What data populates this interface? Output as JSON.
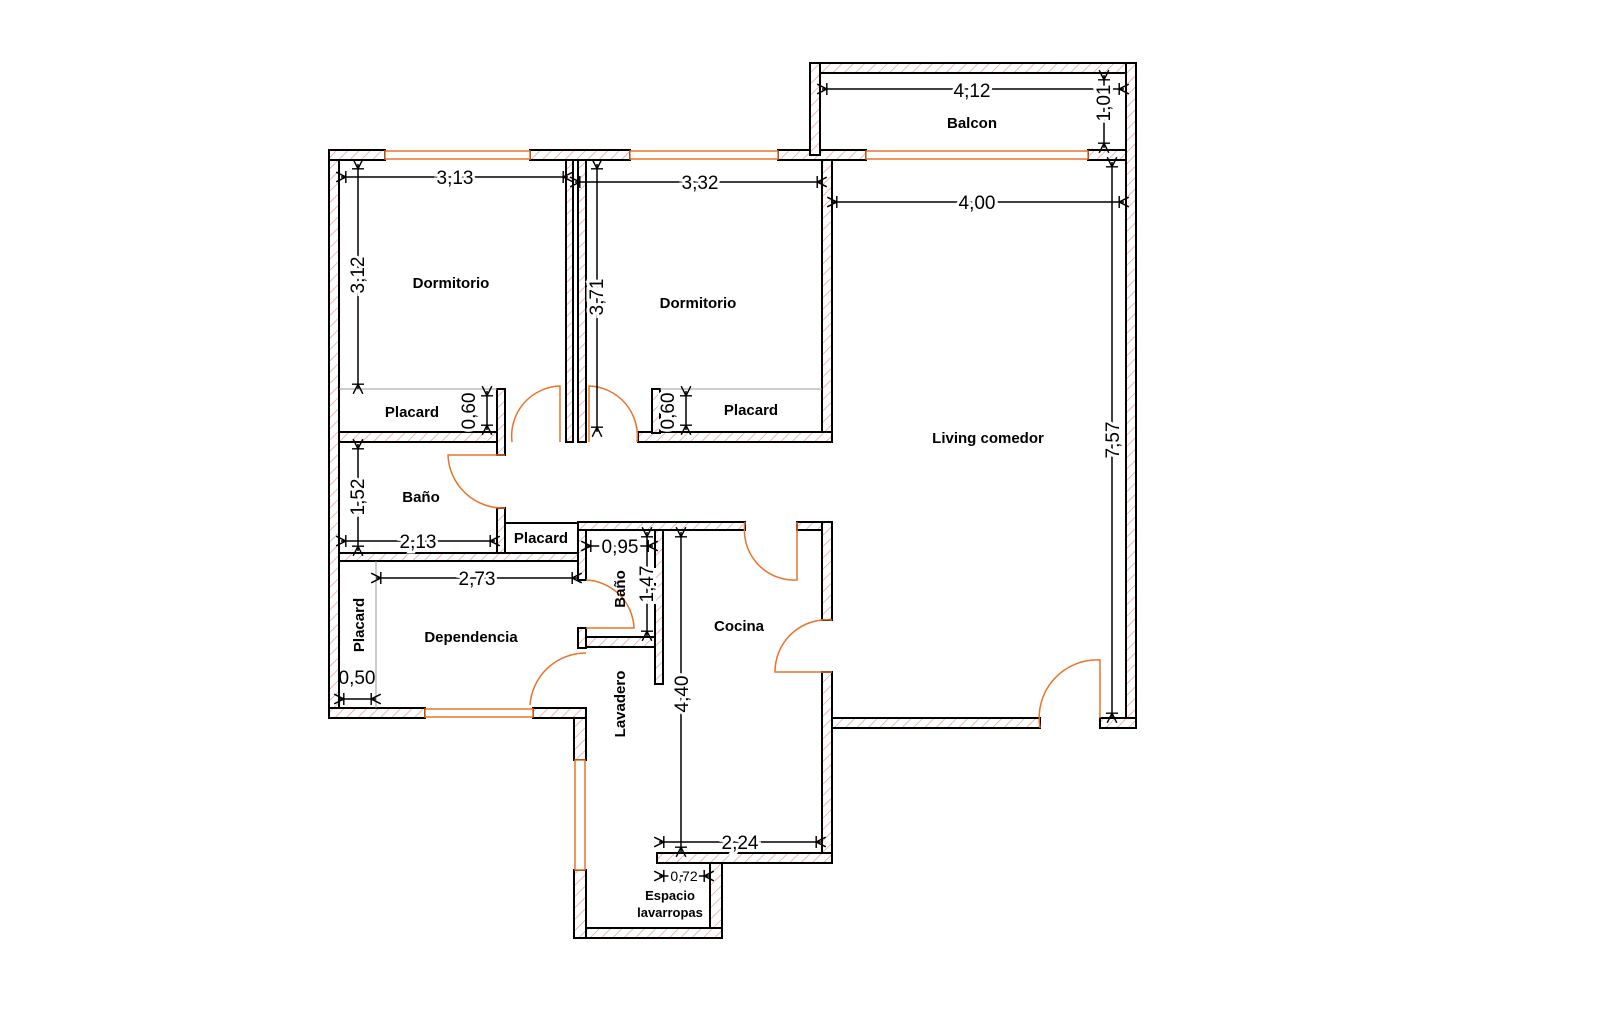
{
  "rooms": {
    "dormitorio1": "Dormitorio",
    "dormitorio2": "Dormitorio",
    "placard1": "Placard",
    "placard2": "Placard",
    "placard3": "Placard",
    "placard4": "Placard",
    "bano1": "Baño",
    "bano2": "Baño",
    "dependencia": "Dependencia",
    "lavadero": "Lavadero",
    "cocina": "Cocina",
    "living": "Living comedor",
    "balcon": "Balcon",
    "espacio_line1": "Espacio",
    "espacio_line2": "lavarropas"
  },
  "dimensions": {
    "balcon_w": "4,12",
    "balcon_h": "1,01",
    "dorm1_w": "3,13",
    "dorm1_h": "3,12",
    "dorm2_w": "3,32",
    "dorm2_h": "3,71",
    "living_w": "4,00",
    "living_h": "7,57",
    "placard1_h": "0,60",
    "placard2_h": "0,60",
    "bano1_h": "1,52",
    "bano1_w": "2,13",
    "bano2_w": "0,95",
    "bano2_h": "1,47",
    "dependencia_w": "2,73",
    "placard_dep_w": "0,50",
    "cocina_h": "4,40",
    "cocina_w": "2,24",
    "lavarropas_w": "0,72"
  },
  "colors": {
    "wall_hatch": "#e8a0a0",
    "openings": "#e8732a"
  }
}
